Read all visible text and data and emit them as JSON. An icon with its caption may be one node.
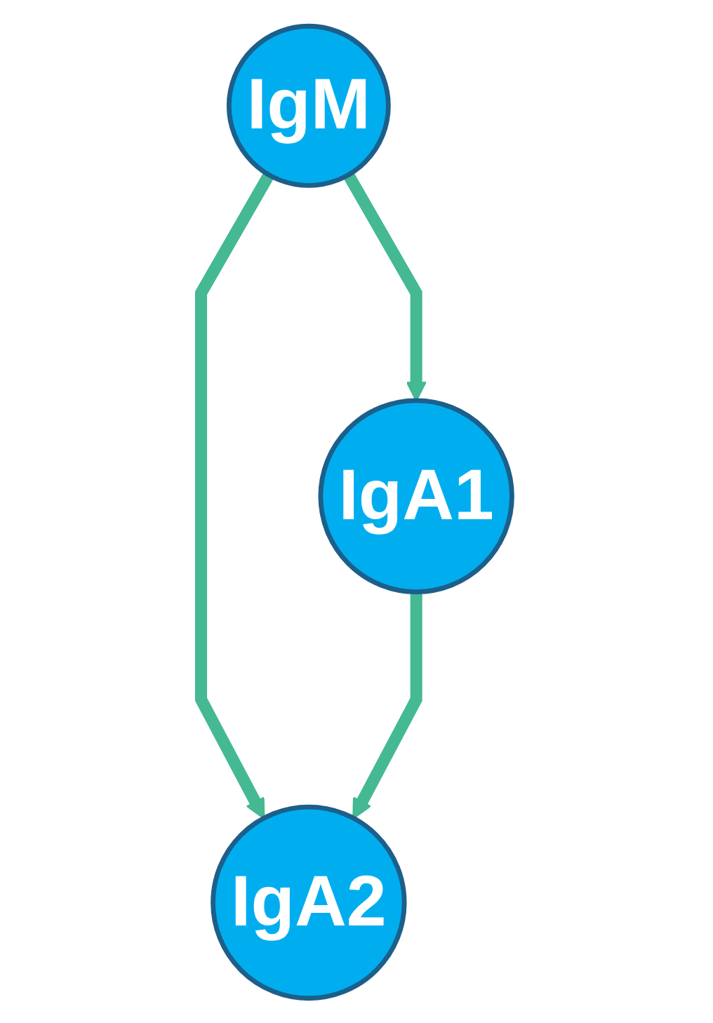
{
  "diagram": {
    "nodes": [
      {
        "text": [
          "IgM"
        ]
      },
      {
        "text": [
          "IgA1"
        ]
      },
      {
        "text": [
          "IgA2"
        ]
      }
    ],
    "edges": [
      {
        "from": 0,
        "to": 1,
        "arrow": "to"
      },
      {
        "from": 0,
        "to": 2,
        "arrow": "to"
      },
      {
        "from": 1,
        "to": 2,
        "arrow": "to"
      }
    ]
  }
}
